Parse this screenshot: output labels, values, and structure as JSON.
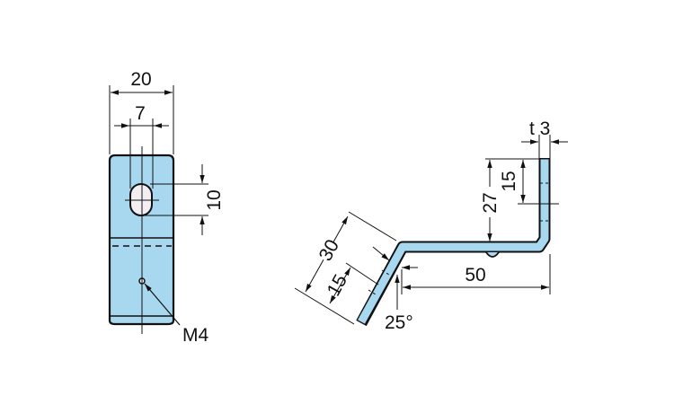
{
  "colors": {
    "part_fill": "#a8d8f0",
    "hole_fill": "#f3eef2",
    "line": "#111111"
  },
  "front_view": {
    "width_dim": "20",
    "hole_offset_dim": "7",
    "slot_length_dim": "10",
    "thread_label": "M4"
  },
  "side_view": {
    "thickness_dim": "t 3",
    "upper_hole_dim": "15",
    "height_dim": "27",
    "length_dim": "50",
    "angled_leg_dim": "30",
    "angled_hole_dim": "15",
    "angle_dim": "25°"
  }
}
